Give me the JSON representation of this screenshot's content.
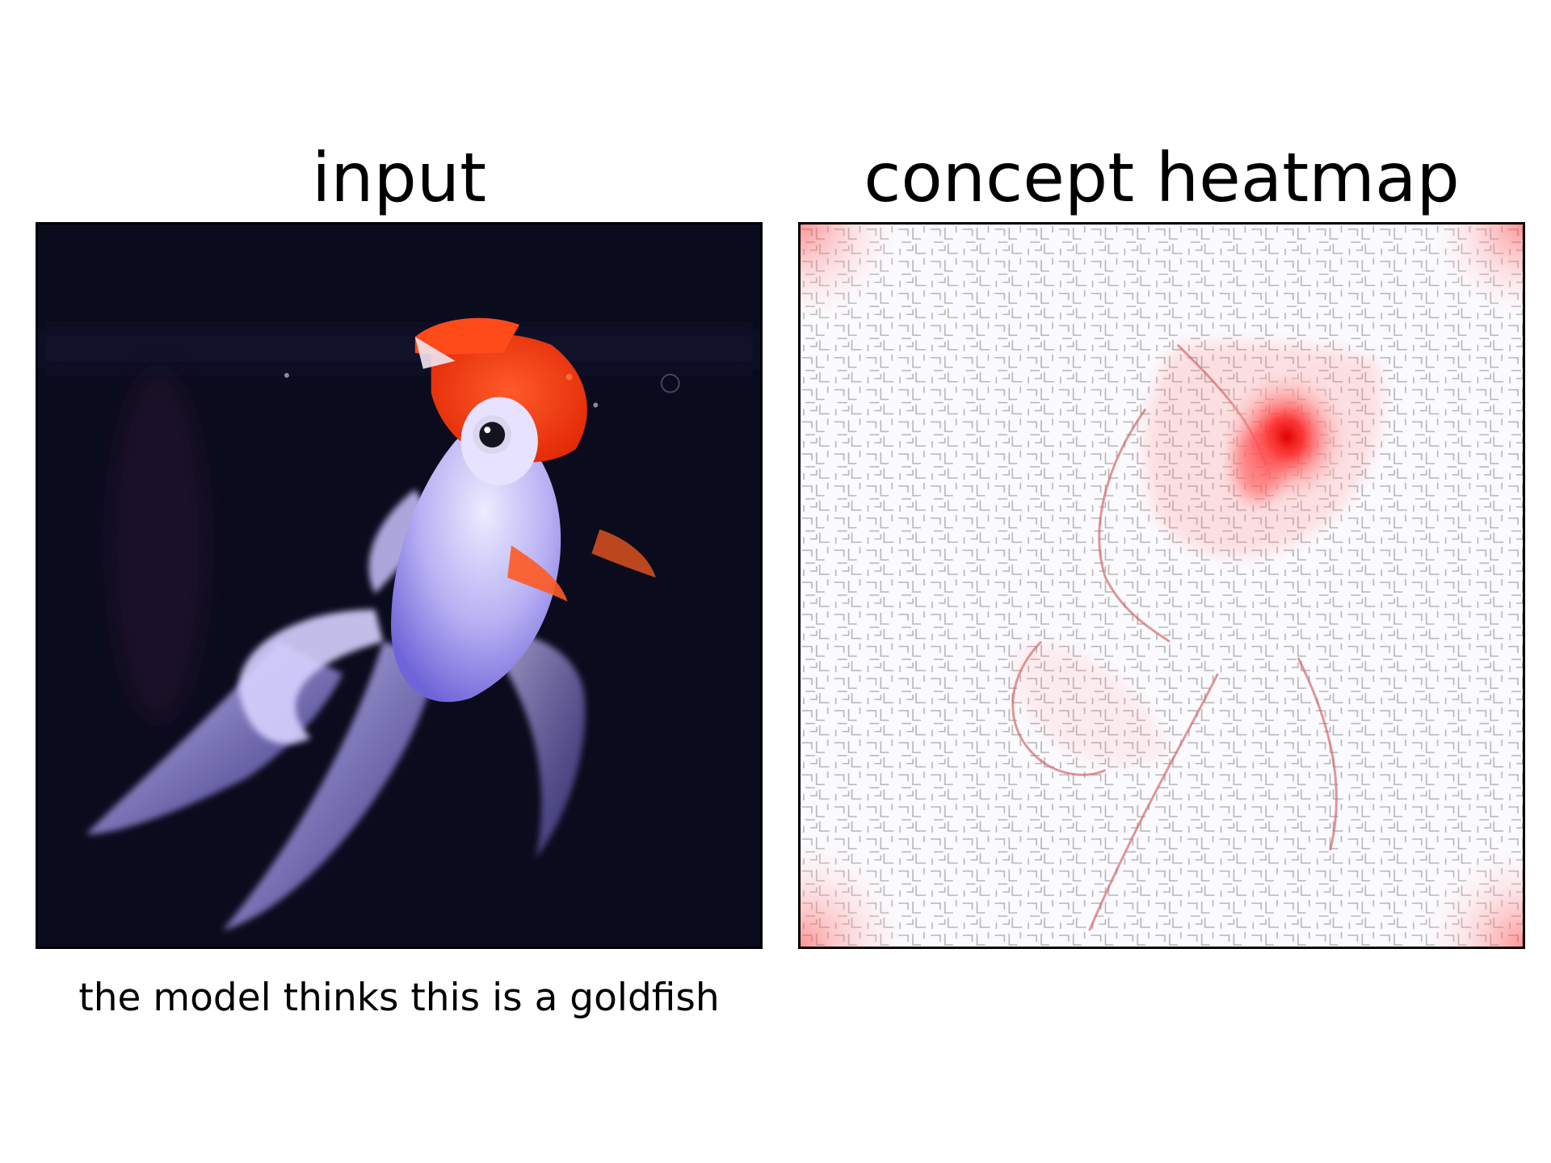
{
  "titles": {
    "input": "input",
    "heatmap": "concept heatmap"
  },
  "caption": "the model thinks this is a goldfish",
  "colors": {
    "background_dark": "#0b0b1e",
    "fish_body": "#b9b3f2",
    "fish_head": "#ff3a10",
    "heatmap_hot": "#ff0000",
    "edge_lines": "#b4b4b4"
  },
  "images": {
    "input": "photo of a white and orange goldfish on a dark background",
    "heatmap": "red concept heatmap over grey edge map of the goldfish"
  }
}
